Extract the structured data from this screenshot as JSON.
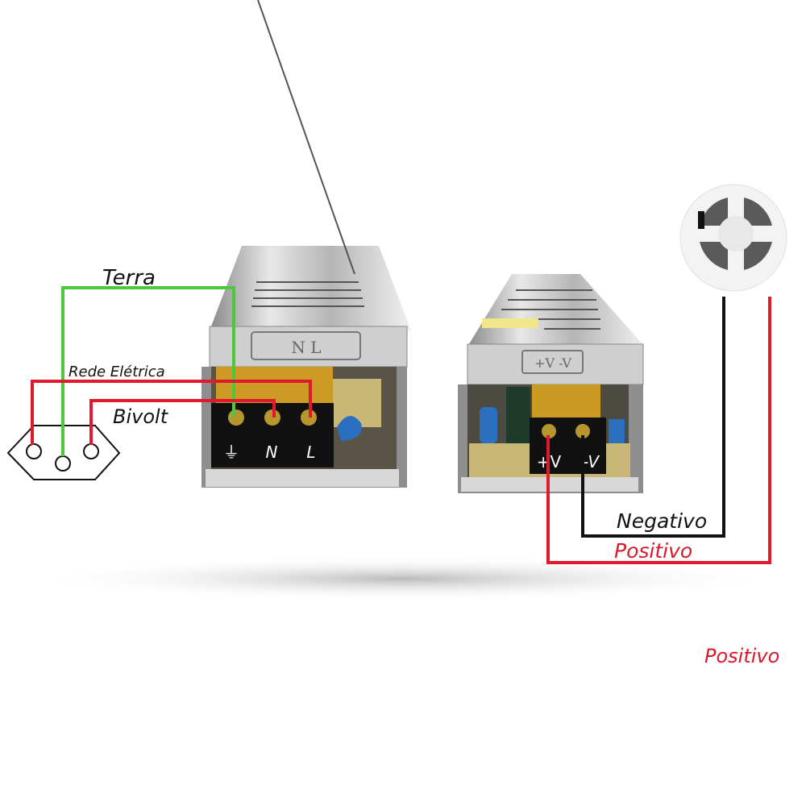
{
  "labels": {
    "terra": "Terra",
    "rede_eletrica": "Rede Elétrica",
    "bivolt": "Bivolt",
    "negativo": "Negativo",
    "positivo": "Positivo",
    "positivo_bottom": "Positivo"
  },
  "left_psu": {
    "cover_marking": "N L",
    "terminals": [
      "⏚",
      "N",
      "L"
    ]
  },
  "right_psu": {
    "cover_marking": "+V -V",
    "terminals": [
      "+V",
      "-V"
    ]
  },
  "colors": {
    "ground_wire": "#4cc93a",
    "live_wire": "#e0192d",
    "negative_wire": "#111111",
    "positive_text": "#d9182a"
  }
}
